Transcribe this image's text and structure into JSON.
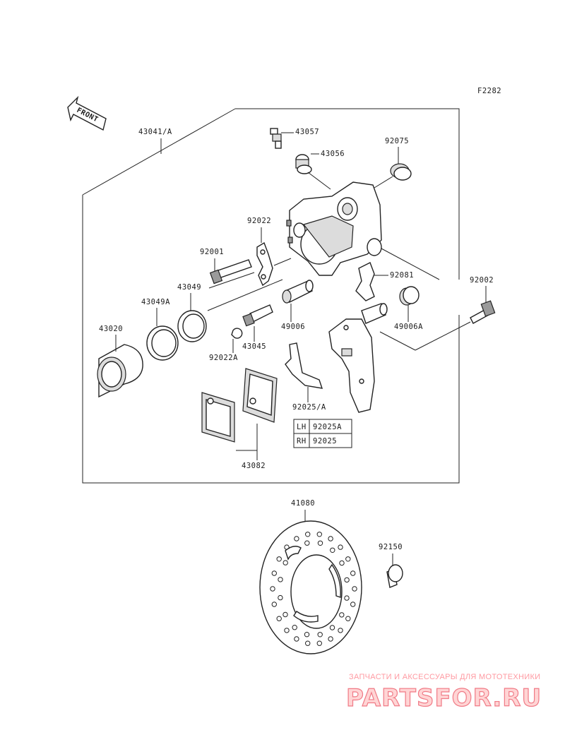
{
  "figure_code": "F2282",
  "direction_label": "FRONT",
  "parts": {
    "caliper_assembly": "43041/A",
    "bleeder_valve": "43057",
    "bleeder_cap": "43056",
    "boot_top": "92075",
    "pad_spring": "92022",
    "bolt": "92001",
    "piston_seal": "43049",
    "dust_seal": "43049A",
    "piston": "43020",
    "pin": "43045",
    "circlip": "92022A",
    "boot_pin": "49006",
    "spring_clip": "92081",
    "boot_lower": "49006A",
    "mount_bolt": "92002",
    "bracket_spring": "92025/A",
    "pads": "43082",
    "disc": "41080",
    "disc_bolt": "92150"
  },
  "variant_table": [
    {
      "side": "LH",
      "part": "92025A"
    },
    {
      "side": "RH",
      "part": "92025"
    }
  ],
  "watermark": {
    "subtitle": "ЗАПЧАСТИ И АКСЕССУАРЫ ДЛЯ МОТОТЕХНИКИ",
    "brand": "PARTSFOR.RU"
  }
}
